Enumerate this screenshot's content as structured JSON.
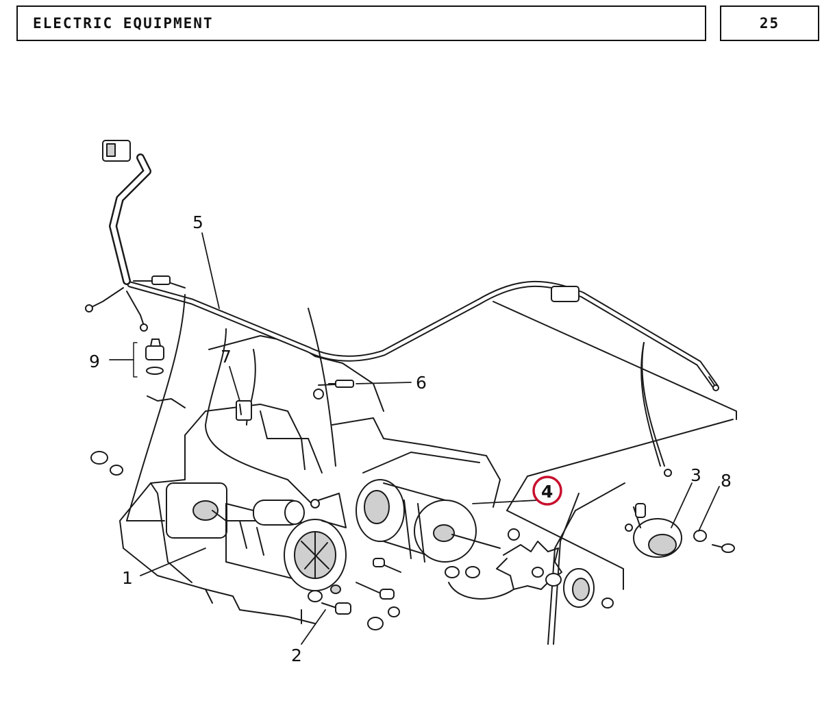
{
  "header": {
    "title": "ELECTRIC EQUIPMENT",
    "page_number": "25"
  },
  "callouts": {
    "c1": "1",
    "c2": "2",
    "c3": "3",
    "c4": "4",
    "c5": "5",
    "c6": "6",
    "c7": "7",
    "c8": "8",
    "c9": "9"
  },
  "highlight": {
    "circled_callout": "4",
    "circle_color": "#c8102e"
  },
  "colors": {
    "line": "#1a1a1a",
    "fill": "#ffffff",
    "shade": "#cfcfcf"
  }
}
